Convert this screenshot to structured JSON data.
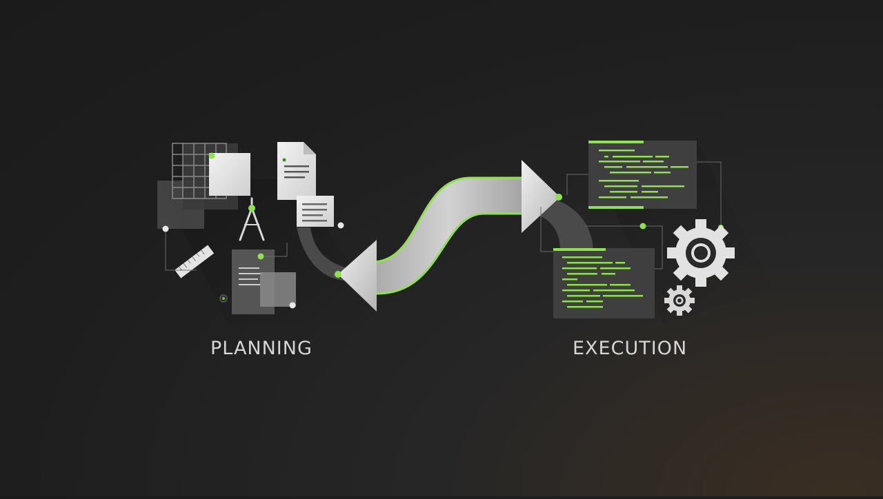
{
  "labels": {
    "planning": "PLANNING",
    "execution": "EXECUTION"
  },
  "colors": {
    "accent": "#8fe34a",
    "background": "#1f1f1f",
    "paper": "#e6e6e6",
    "label": "#d6d6d6"
  },
  "icons": {
    "planning": [
      "grid-sheet-icon",
      "document-icon",
      "note-card-icon",
      "compass-icon",
      "ruler-icon",
      "clipboard-icon"
    ],
    "execution": [
      "code-window-icon",
      "large-gear-icon",
      "small-gear-icon"
    ],
    "connector": "s-curve-double-arrow"
  }
}
